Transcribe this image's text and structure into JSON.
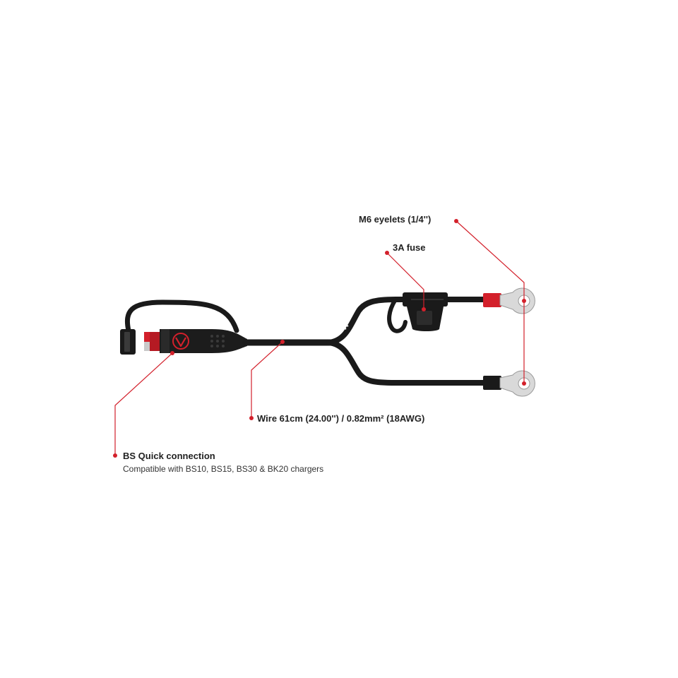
{
  "callouts": {
    "eyelets": {
      "title": "M6 eyelets (1/4'')"
    },
    "fuse": {
      "title": "3A fuse"
    },
    "wire": {
      "title": "Wire 61cm (24.00'') / 0.82mm² (18AWG)"
    },
    "connector": {
      "title": "BS Quick connection",
      "subtitle": "Compatible with BS10, BS15, BS30 & BK20 chargers"
    }
  },
  "colors": {
    "accent": "#d3202b",
    "cable": "#1a1a1a",
    "terminal": "#d9d9d9",
    "text": "#222222"
  }
}
